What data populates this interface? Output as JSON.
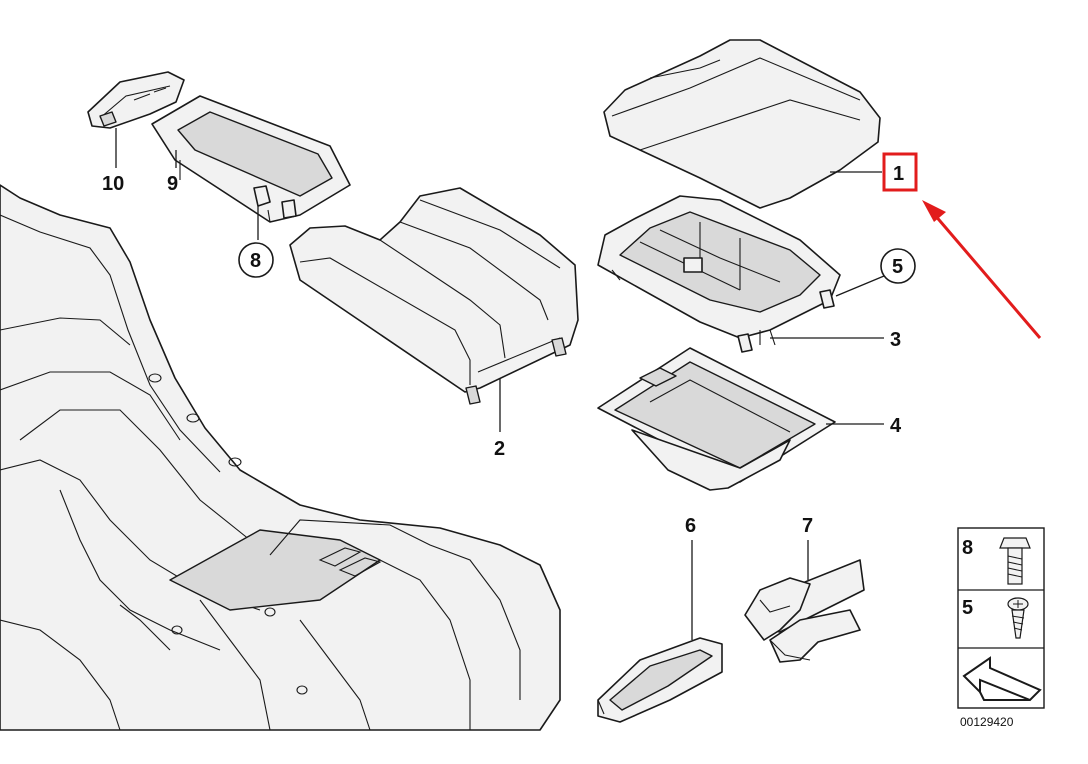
{
  "diagram": {
    "callouts": [
      {
        "id": "1",
        "label": "1",
        "highlighted": true
      },
      {
        "id": "2",
        "label": "2"
      },
      {
        "id": "3",
        "label": "3"
      },
      {
        "id": "4",
        "label": "4"
      },
      {
        "id": "5",
        "label": "5",
        "circled": true
      },
      {
        "id": "6",
        "label": "6"
      },
      {
        "id": "7",
        "label": "7"
      },
      {
        "id": "8",
        "label": "8",
        "circled": true
      },
      {
        "id": "9",
        "label": "9"
      },
      {
        "id": "10",
        "label": "10"
      }
    ],
    "legend": {
      "items": [
        {
          "label": "8",
          "icon": "bolt-icon"
        },
        {
          "label": "5",
          "icon": "screw-icon"
        }
      ],
      "arrow_icon": "direction-arrow-icon"
    },
    "diagram_number": "00129420",
    "colors": {
      "highlight": "#e21c1c",
      "line": "#1a1a1a",
      "part_fill": "#f2f2f2"
    }
  }
}
